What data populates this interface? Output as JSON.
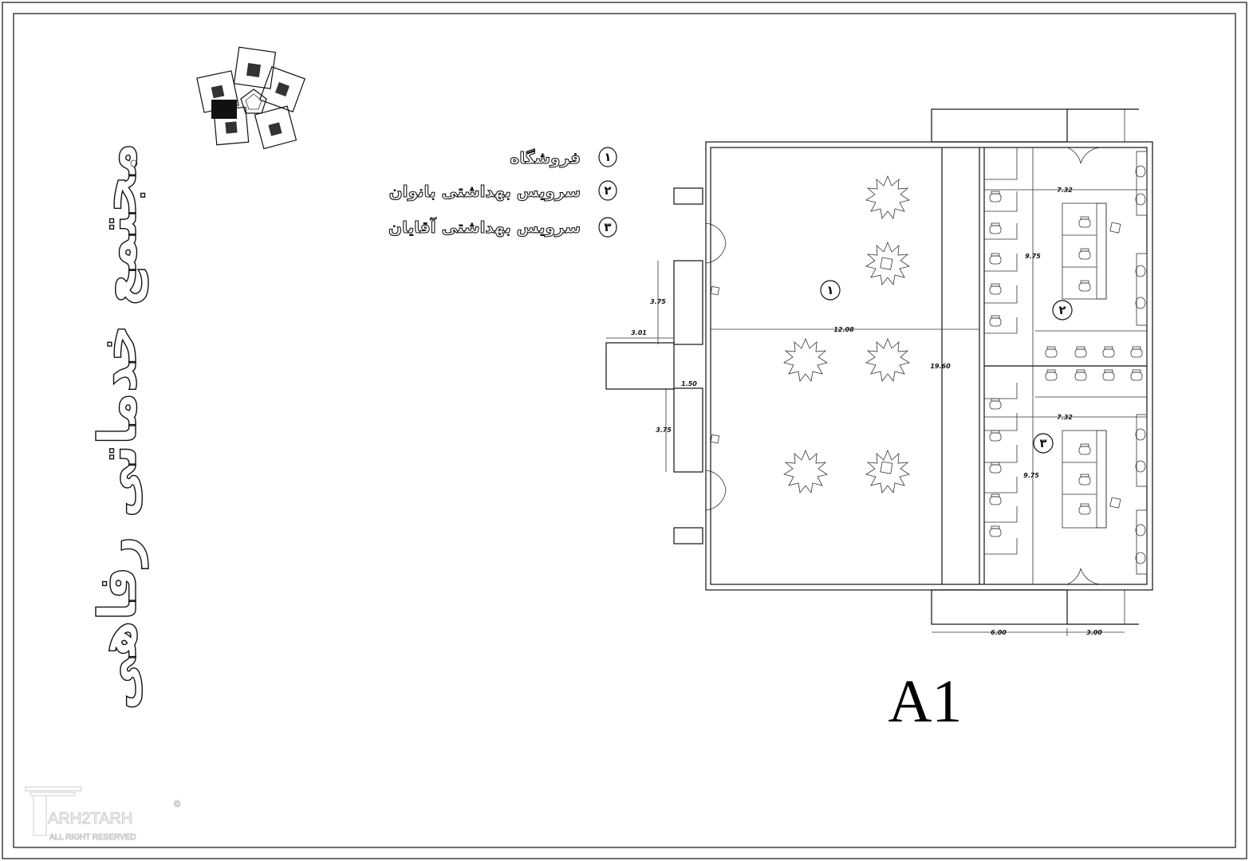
{
  "title": "مجتمع خدماتی رفاهی",
  "sheet_label": "A1",
  "legend": [
    {
      "number": "۱",
      "label": "فروشگاه"
    },
    {
      "number": "۲",
      "label": "سرویس بهداشتی بانوان"
    },
    {
      "number": "۳",
      "label": "سرویس بهداشتی آقایان"
    }
  ],
  "dimensions": {
    "womens_width": "7.32",
    "womens_depth": "9.75",
    "mens_width": "7.32",
    "mens_depth": "9.75",
    "shop_width": "12.08",
    "building_depth": "19.60",
    "entry_upper": "3.75",
    "entry_lower": "3.75",
    "entry_projection": "3.01",
    "entry_gap": "1.50",
    "bottom_left": "6.00",
    "bottom_right": "3.00"
  },
  "watermark": {
    "brand": "ARH2TARH",
    "rights": "ALL RIGHT RESERVED",
    "copyright": "©"
  }
}
